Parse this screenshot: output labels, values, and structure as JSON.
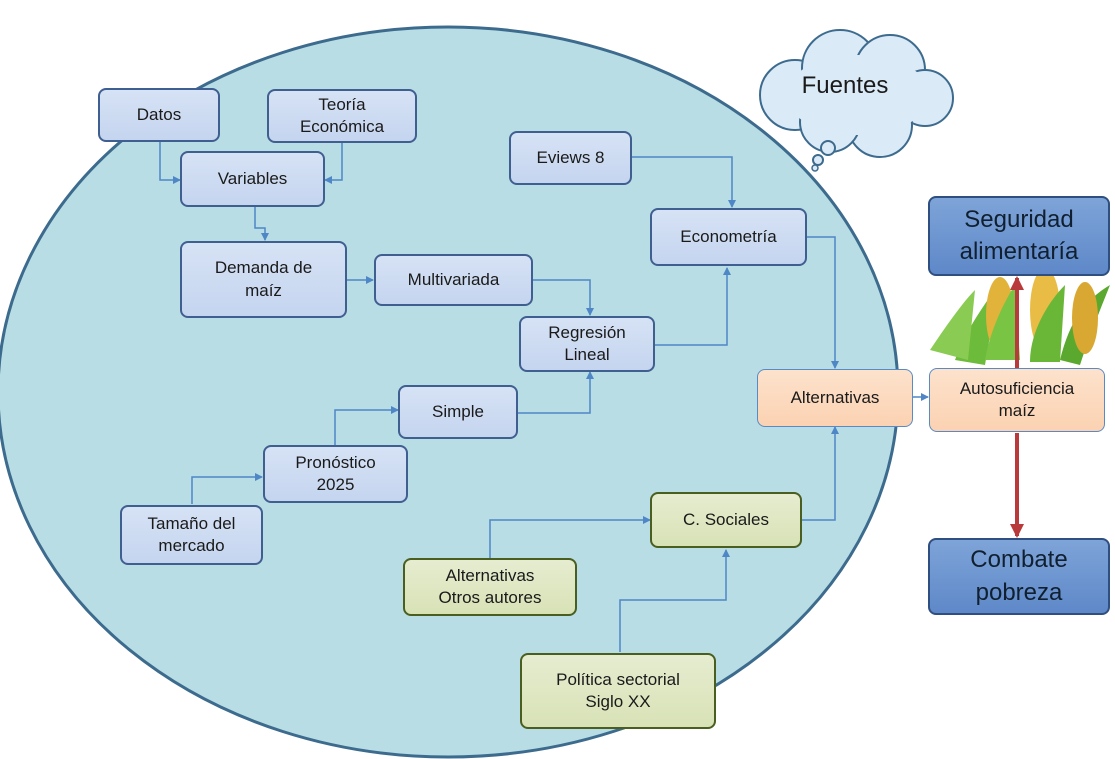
{
  "cloud": {
    "label": "Fuentes"
  },
  "nodes": {
    "datos": "Datos",
    "teoria_1": "Teoría",
    "teoria_2": "Económica",
    "variables": "Variables",
    "demanda_1": "Demanda de",
    "demanda_2": "maíz",
    "multivariada": "Multivariada",
    "regresion_1": "Regresión",
    "regresion_2": "Lineal",
    "eviews": "Eviews 8",
    "econometria": "Econometría",
    "simple": "Simple",
    "pronostico_1": "Pronóstico",
    "pronostico_2": "2025",
    "tamano_1": "Tamaño del",
    "tamano_2": "mercado",
    "alternativas": "Alternativas",
    "autosuficiencia_1": "Autosuficiencia",
    "autosuficiencia_2": "maíz",
    "csociales": "C. Sociales",
    "alt_otros_1": "Alternativas",
    "alt_otros_2": "Otros autores",
    "politica_1": "Política sectorial",
    "politica_2": "Siglo XX",
    "seguridad_1": "Seguridad",
    "seguridad_2": "alimentaría",
    "combate_1": "Combate",
    "combate_2": "pobreza"
  },
  "colors": {
    "circle_fill": "#b8dde5",
    "circle_stroke": "#3d6b8e",
    "connector": "#4f86c6",
    "red_arrow": "#b83a3a"
  }
}
